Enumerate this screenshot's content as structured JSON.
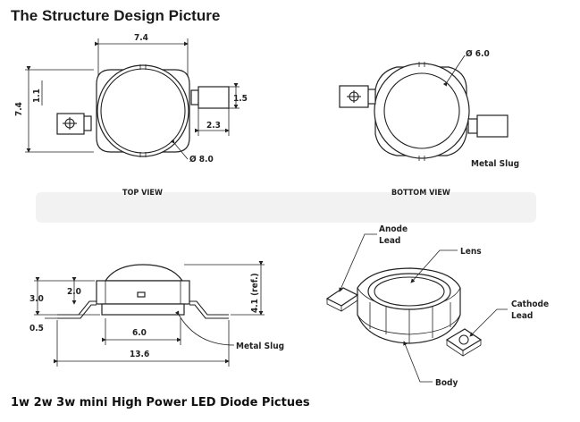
{
  "title": "The Structure Design Picture",
  "caption": "1w 2w 3w mini High Power LED Diode Pictues",
  "top_view": {
    "label": "TOP VIEW",
    "dims": {
      "width": "7.4",
      "height": "7.4",
      "offset": "1.1",
      "tab_height": "1.5",
      "tab_length": "2.3",
      "diameter": "Ø 8.0"
    }
  },
  "bottom_view": {
    "label": "BOTTOM VIEW",
    "dims": {
      "diameter": "Ø 6.0"
    },
    "slug_label": "Metal Slug"
  },
  "side_view": {
    "dims": {
      "h1": "3.0",
      "h2": "2.0",
      "h3": "0.5",
      "inner_width": "6.0",
      "total_width": "13.6",
      "lens_height": "4.1 (ref.)"
    },
    "slug_label": "Metal Slug"
  },
  "iso_view": {
    "anode": [
      "Anode",
      "Lead"
    ],
    "lens": "Lens",
    "cathode": [
      "Cathode",
      "Lead"
    ],
    "body": "Body"
  },
  "colors": {
    "line": "#222222",
    "background": "#ffffff",
    "blur_band": "#f2f2f2"
  }
}
